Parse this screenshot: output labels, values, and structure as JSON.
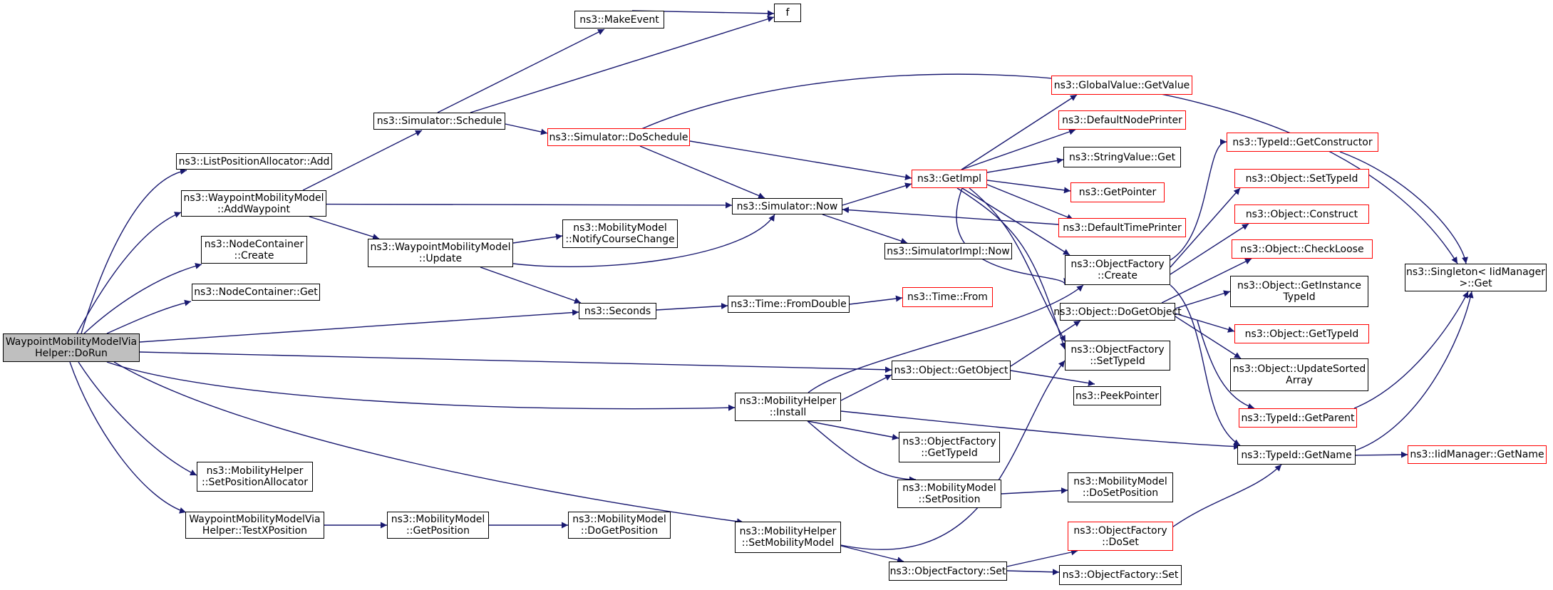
{
  "colors": {
    "edge": "#191970",
    "external_border": "#ff0000",
    "root_fill": "#bfbfbf"
  },
  "nodes": {
    "root": "WaypointMobilityModelVia\nHelper::DoRun",
    "lpa_add": "ns3::ListPositionAllocator::Add",
    "wmm_addwaypoint": "ns3::WaypointMobilityModel\n::AddWaypoint",
    "nc_create": "ns3::NodeContainer\n::Create",
    "nc_get": "ns3::NodeContainer::Get",
    "mh_setposalloc": "ns3::MobilityHelper\n::SetPositionAllocator",
    "testx": "WaypointMobilityModelVia\nHelper::TestXPosition",
    "sim_schedule": "ns3::Simulator::Schedule",
    "makeevent": "ns3::MakeEvent",
    "f": "f",
    "sim_doschedule": "ns3::Simulator::DoSchedule",
    "wmm_update": "ns3::WaypointMobilityModel\n::Update",
    "mm_notify": "ns3::MobilityModel\n::NotifyCourseChange",
    "seconds": "ns3::Seconds",
    "sim_now": "ns3::Simulator::Now",
    "getimpl": "ns3::GetImpl",
    "simimpl_now": "ns3::SimulatorImpl::Now",
    "time_fromdouble": "ns3::Time::FromDouble",
    "time_from": "ns3::Time::From",
    "gv_getvalue": "ns3::GlobalValue::GetValue",
    "defnodeprinter": "ns3::DefaultNodePrinter",
    "strval_get": "ns3::StringValue::Get",
    "getpointer": "ns3::GetPointer",
    "deftimeprinter": "ns3::DefaultTimePrinter",
    "of_create": "ns3::ObjectFactory\n::Create",
    "obj_dogetobject": "ns3::Object::DoGetObject",
    "of_settypeid": "ns3::ObjectFactory\n::SetTypeId",
    "obj_getobject": "ns3::Object::GetObject",
    "peekpointer": "ns3::PeekPointer",
    "mh_install": "ns3::MobilityHelper\n::Install",
    "of_gettypeid": "ns3::ObjectFactory\n::GetTypeId",
    "mm_setposition": "ns3::MobilityModel\n::SetPosition",
    "mm_dosetposition": "ns3::MobilityModel\n::DoSetPosition",
    "mh_setmobmodel": "ns3::MobilityHelper\n::SetMobilityModel",
    "of_set": "ns3::ObjectFactory::Set",
    "of_doset": "ns3::ObjectFactory\n::DoSet",
    "of_set2": "ns3::ObjectFactory::Set",
    "mm_getposition": "ns3::MobilityModel\n::GetPosition",
    "mm_dogetposition": "ns3::MobilityModel\n::DoGetPosition",
    "tid_getconstructor": "ns3::TypeId::GetConstructor",
    "obj_settypeid": "ns3::Object::SetTypeId",
    "obj_construct": "ns3::Object::Construct",
    "obj_checkloose": "ns3::Object::CheckLoose",
    "obj_getinstancetypeid": "ns3::Object::GetInstance\nTypeId",
    "obj_gettypeid": "ns3::Object::GetTypeId",
    "obj_updatesorted": "ns3::Object::UpdateSorted\nArray",
    "tid_getparent": "ns3::TypeId::GetParent",
    "tid_getname": "ns3::TypeId::GetName",
    "singleton_get": "ns3::Singleton< IidManager\n>::Get",
    "iid_getname": "ns3::IidManager::GetName"
  }
}
